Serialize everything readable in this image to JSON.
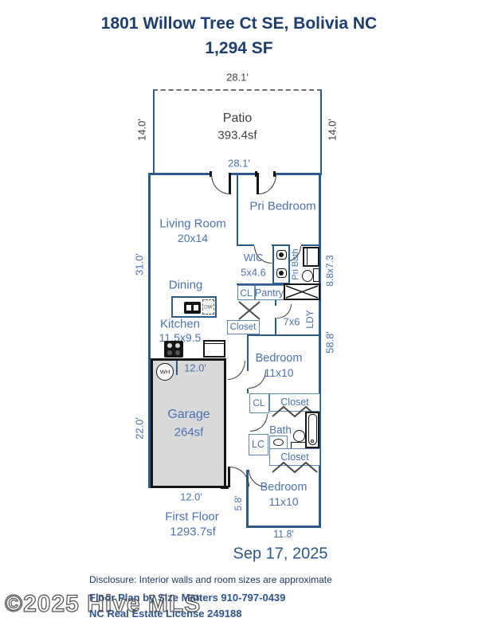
{
  "header": {
    "title": "1801 Willow Tree Ct SE, Bolivia NC",
    "subtitle": "1,294 SF"
  },
  "patio": {
    "label": "Patio",
    "area": "393.4sf",
    "dim_top": "28.1'",
    "dim_left": "14.0'",
    "dim_right": "14.0'"
  },
  "house": {
    "dim_width": "28.1'",
    "dim_left_upper": "31.0'",
    "dim_left_lower": "22.0'",
    "dim_right_upper": "8.8x7.3",
    "dim_right_lower": "58.8'",
    "dim_step": "5.8'",
    "dim_bottom_right": "11.8'"
  },
  "rooms": {
    "living": {
      "name": "Living Room",
      "size": "20x14"
    },
    "pri_bedroom": {
      "name": "Pri Bedroom"
    },
    "wic": {
      "name": "WIC",
      "size": "5x4.6"
    },
    "pri_bath": {
      "name": "Pri Bath"
    },
    "dining": {
      "name": "Dining"
    },
    "kitchen": {
      "name": "Kitchen",
      "size": "11.5x9.5"
    },
    "cl_hall": {
      "name": "CL"
    },
    "pantry": {
      "name": "Pantry"
    },
    "closet_hall": {
      "name": "Closet"
    },
    "laundry": {
      "size": "7x6",
      "name": "LDY"
    },
    "bedroom_mid": {
      "name": "Bedroom",
      "size": "11x10"
    },
    "cl_mid": {
      "name": "CL"
    },
    "closet_mid": {
      "name": "Closet"
    },
    "bath": {
      "name": "Bath"
    },
    "lc": {
      "name": "LC"
    },
    "closet_bottom": {
      "name": "Closet"
    },
    "bedroom_bottom": {
      "name": "Bedroom",
      "size": "11x10"
    },
    "garage": {
      "name": "Garage",
      "area": "264sf",
      "dim_top": "12.0'",
      "dim_bottom": "12.0'"
    }
  },
  "fixtures": {
    "water_heater": "WH",
    "dishwasher": "DW"
  },
  "footer": {
    "floor_name": "First Floor",
    "floor_area": "1293.7sf",
    "date": "Sep 17, 2025",
    "disclosure": "Disclosure: Interior walls and room sizes are approximate",
    "credit": "Floor Plan by Size Matters 910-797-0439",
    "license": "NC Real Estate License 249188",
    "watermark": "©2025 Hive MLS"
  },
  "colors": {
    "wall": "#2B5A8C",
    "label_blue": "#4A72B2",
    "title_navy": "#1B3E70",
    "garage_fill": "#D9D9D9",
    "dark_text": "#3F3F3F"
  }
}
